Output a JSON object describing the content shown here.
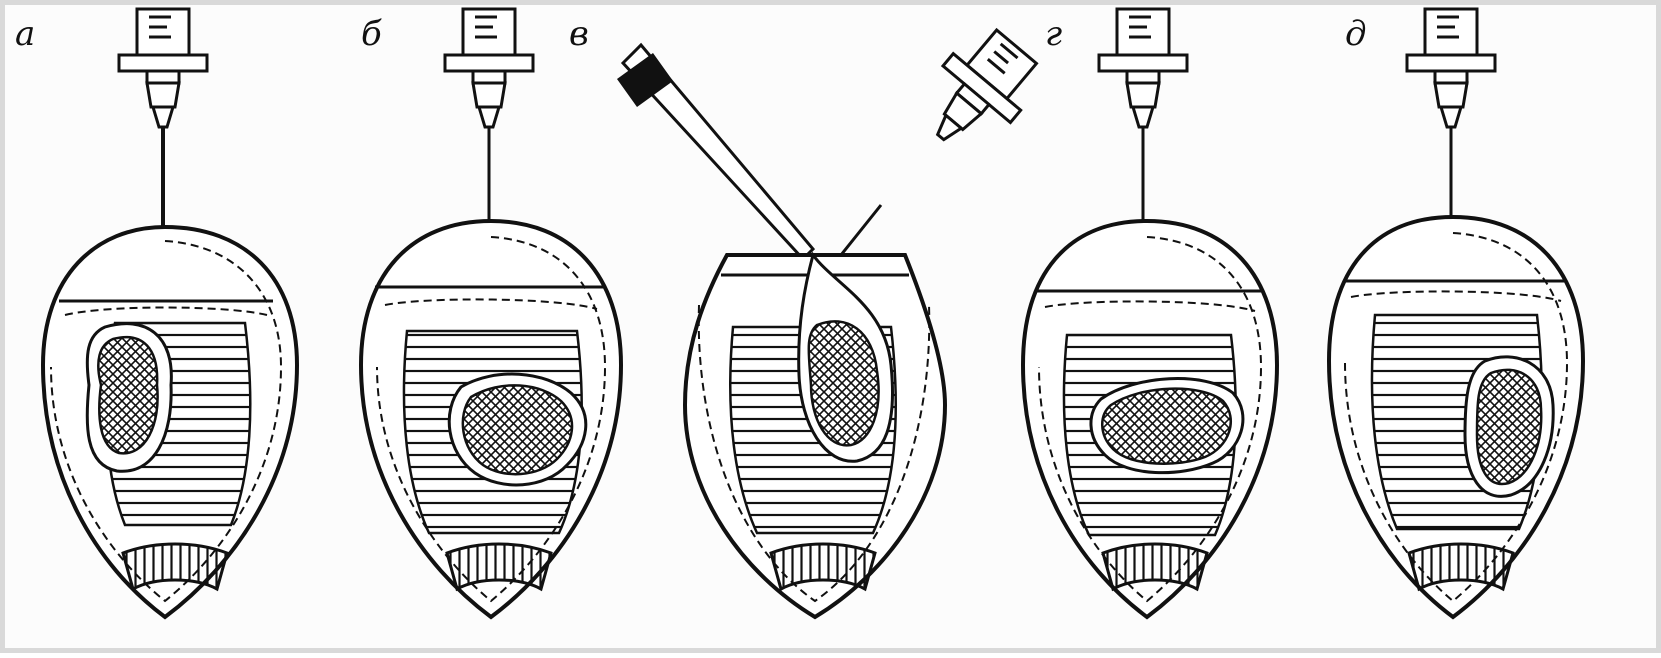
{
  "panels": [
    {
      "label": "а"
    },
    {
      "label": "б"
    },
    {
      "label": "в"
    },
    {
      "label": "г"
    },
    {
      "label": "д"
    }
  ]
}
